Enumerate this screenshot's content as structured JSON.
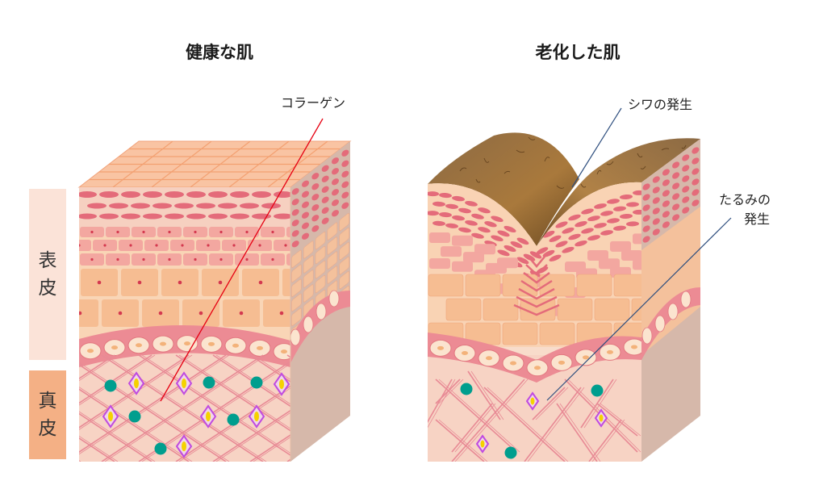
{
  "titles": {
    "healthy": "健康な肌",
    "aged": "老化した肌"
  },
  "labels": {
    "collagen": "コラーゲン",
    "wrinkles": "シワの発生",
    "sagging_line1": "たるみの",
    "sagging_line2": "発生"
  },
  "layers": {
    "epidermis": [
      "表",
      "皮"
    ],
    "dermis": [
      "真",
      "皮"
    ]
  },
  "colors": {
    "epidermis_box": "#fbe3d8",
    "dermis_box": "#f4b085",
    "collagen_pointer": "#e60012",
    "aged_pointer": "#2f4f7f",
    "fibroblast": "#009e8e",
    "fiber_diamond": "#c04be0",
    "fiber_core": "#f5d200",
    "collagen_fiber": "#e88a95",
    "wrinkle_surface": "#a9793c"
  }
}
